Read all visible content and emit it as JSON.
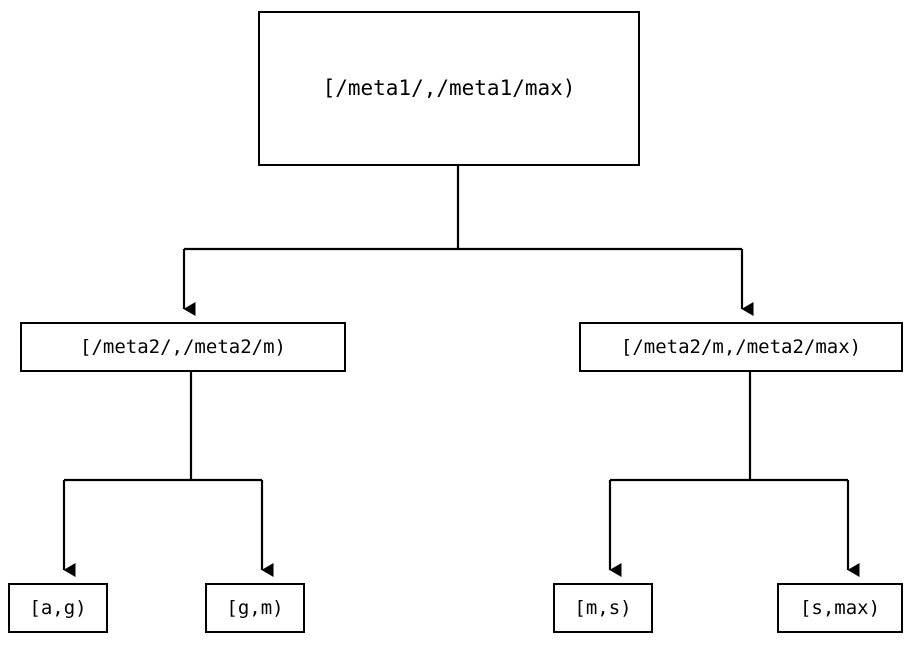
{
  "diagram": {
    "type": "tree",
    "orientation": "top-down",
    "background_color": "#ffffff",
    "line_color": "#000000",
    "text_color": "#000000",
    "nodes": {
      "root": {
        "label": "[/meta1/,/meta1/max)"
      },
      "mid_left": {
        "label": "[/meta2/,/meta2/m)"
      },
      "mid_right": {
        "label": "[/meta2/m,/meta2/max)"
      },
      "leaf_ag": {
        "label": "[a,g)"
      },
      "leaf_gm": {
        "label": "[g,m)"
      },
      "leaf_ms": {
        "label": "[m,s)"
      },
      "leaf_smax": {
        "label": "[s,max)"
      }
    },
    "edges": [
      {
        "from": "root",
        "to": "mid_left",
        "arrow": "down-triangle"
      },
      {
        "from": "root",
        "to": "mid_right",
        "arrow": "down-triangle"
      },
      {
        "from": "mid_left",
        "to": "leaf_ag",
        "arrow": "down-triangle"
      },
      {
        "from": "mid_left",
        "to": "leaf_gm",
        "arrow": "down-triangle"
      },
      {
        "from": "mid_right",
        "to": "leaf_ms",
        "arrow": "down-triangle"
      },
      {
        "from": "mid_right",
        "to": "leaf_smax",
        "arrow": "down-triangle"
      }
    ]
  }
}
